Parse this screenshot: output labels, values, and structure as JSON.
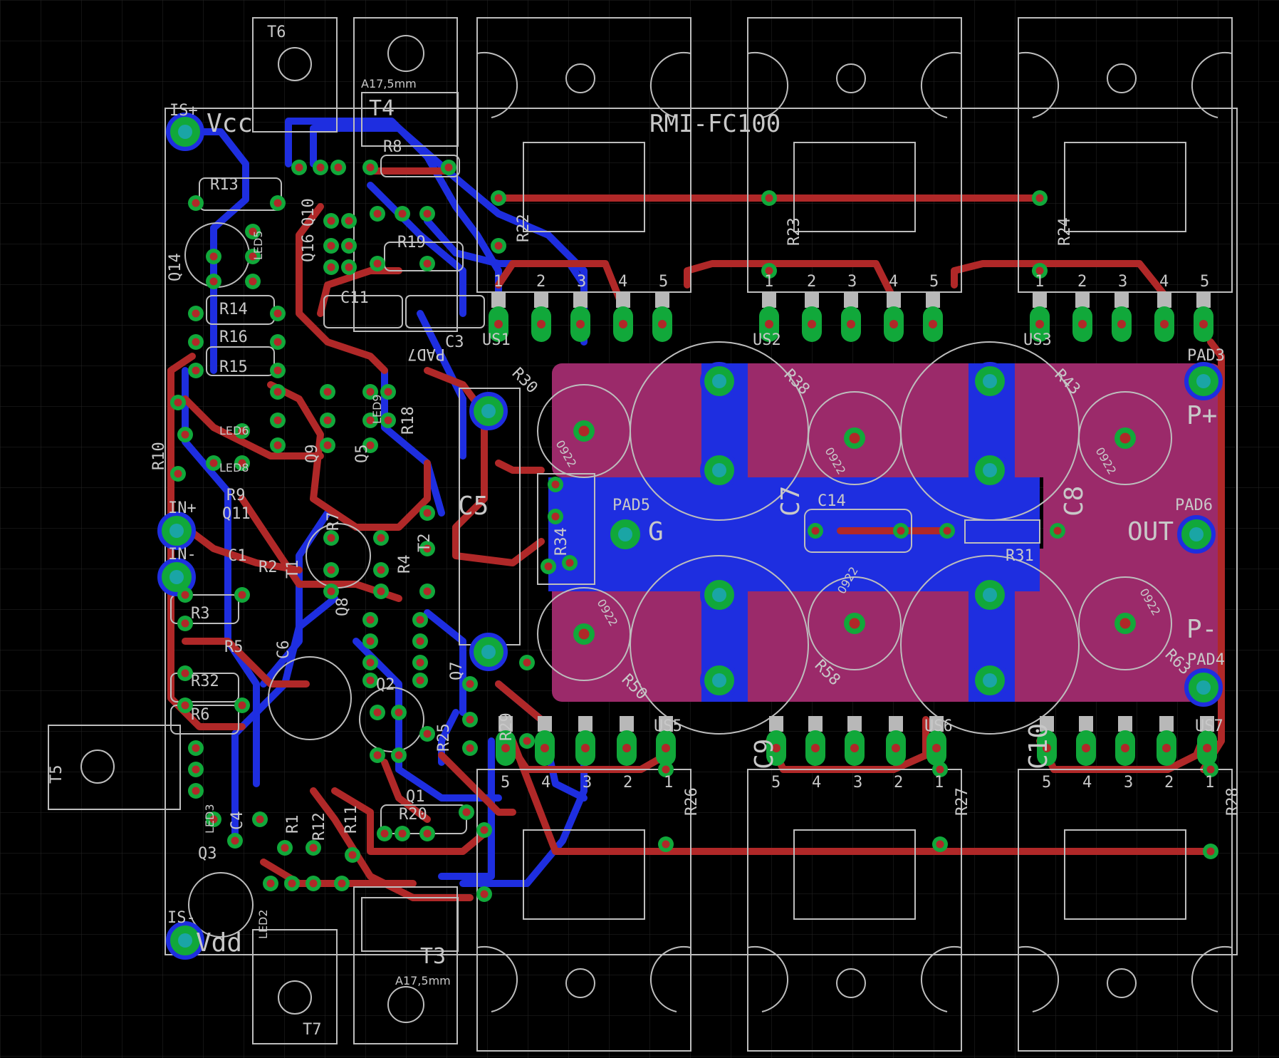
{
  "colors": {
    "background": "#000000",
    "grid": "#2a2a2a",
    "silk": "#c8c8c8",
    "top_copper": "#b02828",
    "bottom_copper": "#1e2ee0",
    "pad": "#11a83a",
    "via_hole": "#1aa5a5",
    "pour": "#9b2a6a"
  },
  "board_title": "RMI-FC100",
  "vertical_cap_label": "0922",
  "transistors": {
    "t3": {
      "name": "T3",
      "note": "A17,5mm"
    },
    "t4": {
      "name": "T4",
      "note": "A17,5mm"
    },
    "t5": "T5",
    "t6": "T6",
    "t7": "T7"
  },
  "pads": {
    "pad3": "PAD3",
    "pad4": "PAD4",
    "pad5": "PAD5",
    "pad6": "PAD6",
    "pad7": "PAD7",
    "p_plus": "P+",
    "p_minus": "P-",
    "out": "OUT",
    "g": "G",
    "vcc": "Vcc",
    "vdd": "Vdd",
    "is_plus": "IS+",
    "is_minus": "IS-",
    "in_plus": "IN+",
    "in_minus": "IN-"
  },
  "pin_numbers": [
    "1",
    "2",
    "3",
    "4",
    "5"
  ],
  "ics": {
    "us1": "US1",
    "us2": "US2",
    "us3": "US3",
    "us5": "US5",
    "us6": "US6",
    "us7": "US7"
  },
  "capacitors": {
    "c1": "C1",
    "c3": "C3",
    "c4": "C4",
    "c5": "C5",
    "c6": "C6",
    "c7": "C7",
    "c8": "C8",
    "c9": "C9",
    "c10": "C10",
    "c11": "C11",
    "c14": "C14"
  },
  "resistors": {
    "r1": "R1",
    "r2": "R2",
    "r3": "R3",
    "r4": "R4",
    "r5": "R5",
    "r6": "R6",
    "r7": "R7",
    "r8": "R8",
    "r9": "R9",
    "r10": "R10",
    "r11": "R11",
    "r12": "R12",
    "r13": "R13",
    "r14": "R14",
    "r15": "R15",
    "r16": "R16",
    "r18": "R18",
    "r19": "R19",
    "r20": "R20",
    "r22": "R22",
    "r23": "R23",
    "r24": "R24",
    "r25": "R25",
    "r26": "R26",
    "r27": "R27",
    "r28": "R28",
    "r29": "R29",
    "r30": "R30",
    "r31": "R31",
    "r32": "R32",
    "r34": "R34",
    "r38": "R38",
    "r43": "R43",
    "r50": "R50",
    "r58": "R58",
    "r63": "R63"
  },
  "semis": {
    "q1": "Q1",
    "q2": "Q2",
    "q3": "Q3",
    "q5": "Q5",
    "q7": "Q7",
    "q8": "Q8",
    "q9": "Q9",
    "q10": "Q10",
    "q11": "Q11",
    "q14": "Q14",
    "q16": "Q16",
    "t1": "T1",
    "t2": "T2",
    "led2": "LED2",
    "led3": "LED3",
    "led5": "LED5",
    "led6": "LED6",
    "led8": "LED8",
    "led9": "LED9"
  }
}
